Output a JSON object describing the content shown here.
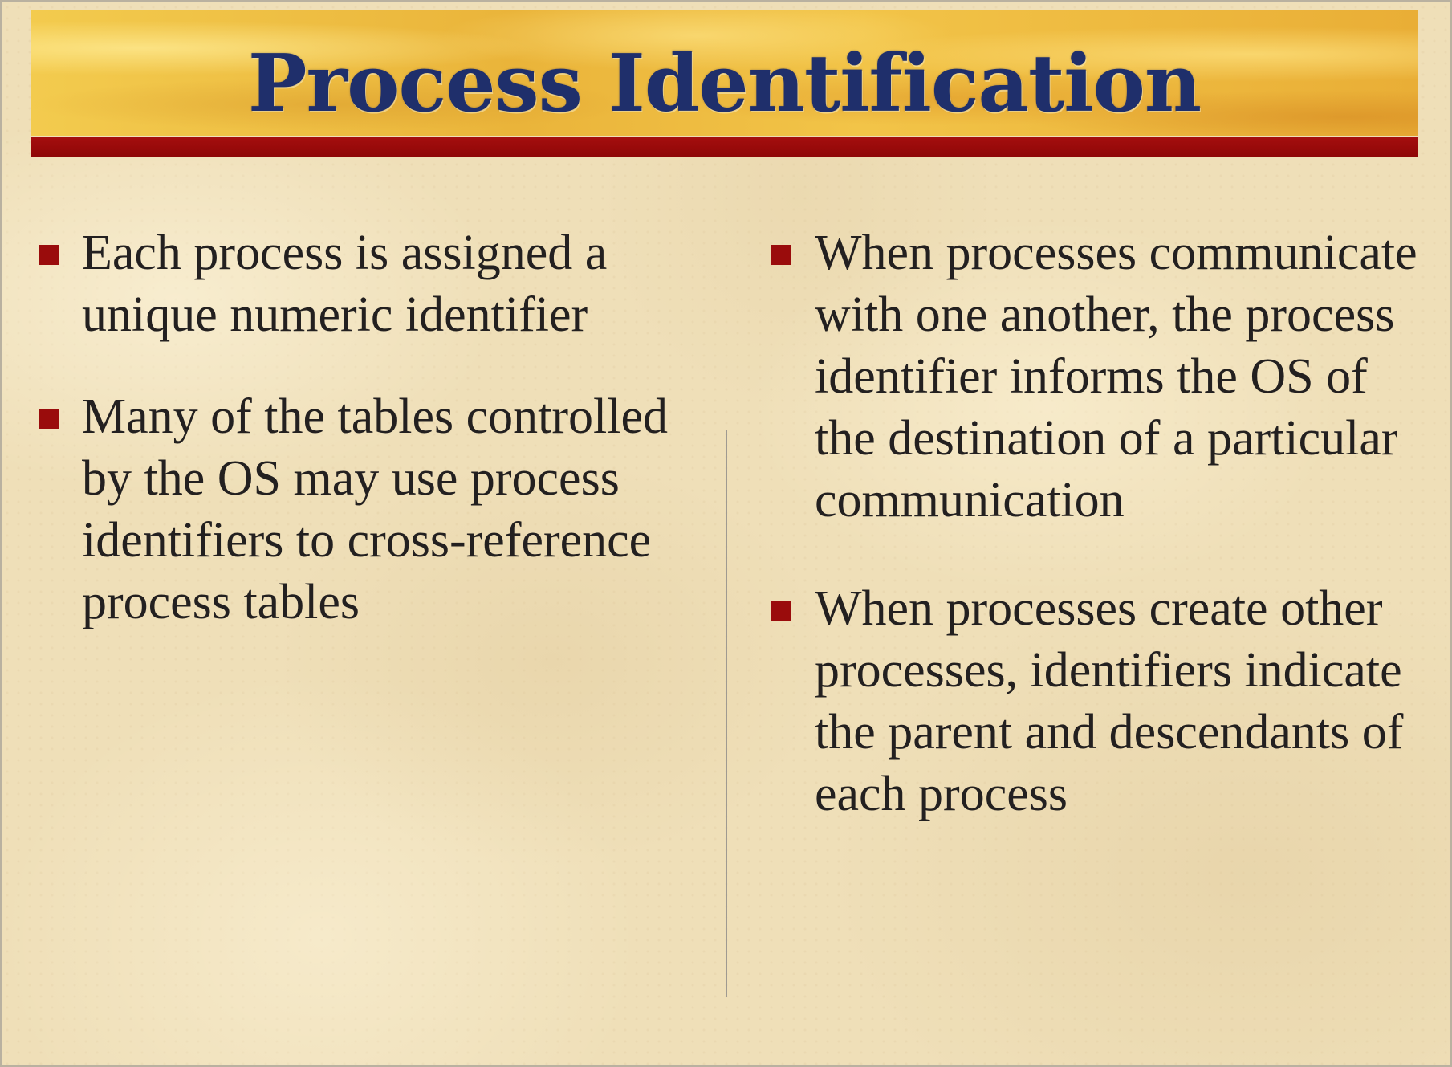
{
  "slide": {
    "title": "Process Identification",
    "left_bullets": [
      "Each process is assigned a unique numeric identifier",
      "Many of the tables controlled by the OS may use process identifiers to cross-reference process tables"
    ],
    "right_bullets": [
      "When processes communicate with one another, the process identifier informs the OS of the destination of a particular communication",
      "When processes create other processes, identifiers indicate the parent and descendants of each process"
    ]
  },
  "colors": {
    "title_text": "#1f2f6b",
    "title_banner": "#f0c23f",
    "title_rule": "#a40e0e",
    "bullet_marker": "#9a0c0c",
    "body_text": "#232020",
    "background": "#efdfb8"
  },
  "icons": {
    "bullet": "square-bullet-icon"
  }
}
